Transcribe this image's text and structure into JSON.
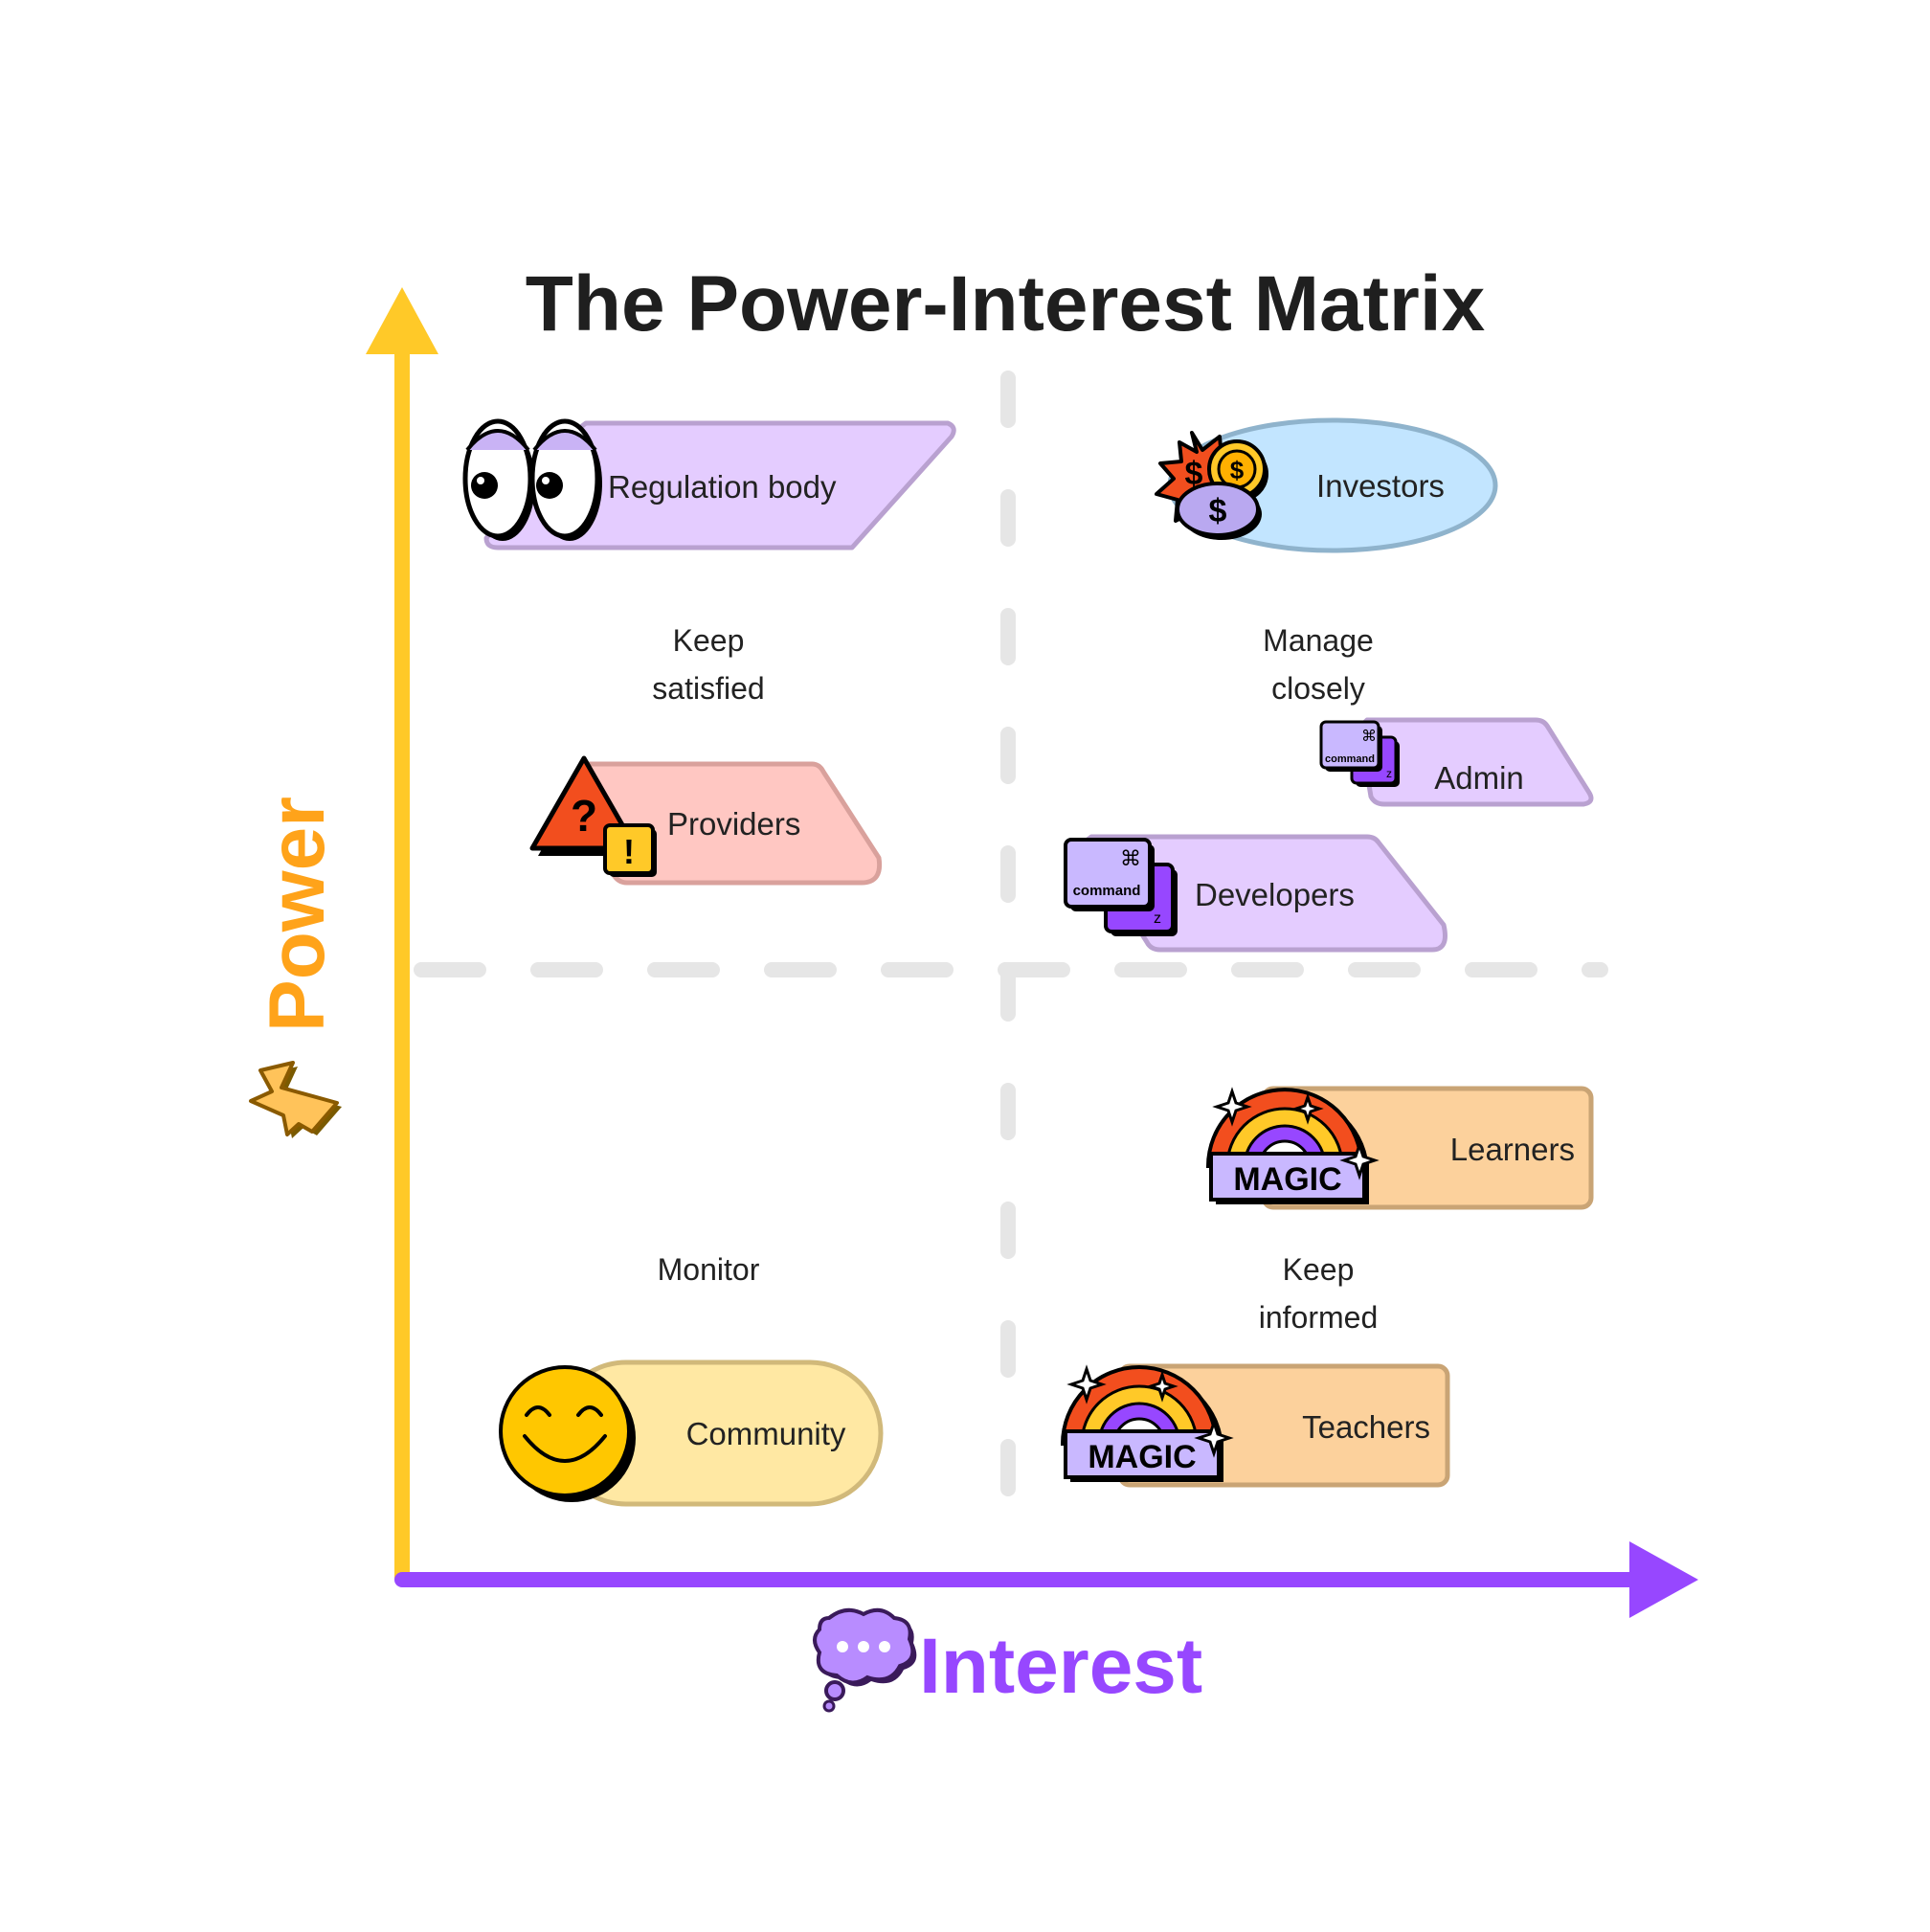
{
  "title": "The Power-Interest Matrix",
  "axes": {
    "y_label": "Power",
    "x_label": "Interest"
  },
  "quadrants": {
    "top_left": [
      "Keep",
      "satisfied"
    ],
    "top_right": [
      "Manage",
      "closely"
    ],
    "bottom_left": [
      "Monitor"
    ],
    "bottom_right": [
      "Keep",
      "informed"
    ]
  },
  "stakeholders": {
    "regulation_body": "Regulation body",
    "investors": "Investors",
    "providers": "Providers",
    "admin": "Admin",
    "developers": "Developers",
    "learners": "Learners",
    "teachers": "Teachers",
    "community": "Community"
  },
  "icon_text": {
    "command": "command",
    "cmd_symbol": "⌘",
    "z": "z",
    "magic": "MAGIC",
    "dollar": "$",
    "question": "?",
    "exclaim": "!"
  },
  "colors": {
    "power_axis": "#FFC928",
    "interest_axis": "#9747FF",
    "power_label": "#FFA31A",
    "dashed": "#E6E6E6",
    "lavender": "#E4CCFF",
    "lavender_stroke": "#B9A1D0",
    "pink": "#FFC7C2",
    "pink_stroke": "#D9A19C",
    "blue": "#C2E5FF",
    "blue_stroke": "#8FB3CC",
    "peach": "#FCD19C",
    "peach_stroke": "#C9A475",
    "cream": "#FFE8A3",
    "cream_stroke": "#D1B97A"
  }
}
